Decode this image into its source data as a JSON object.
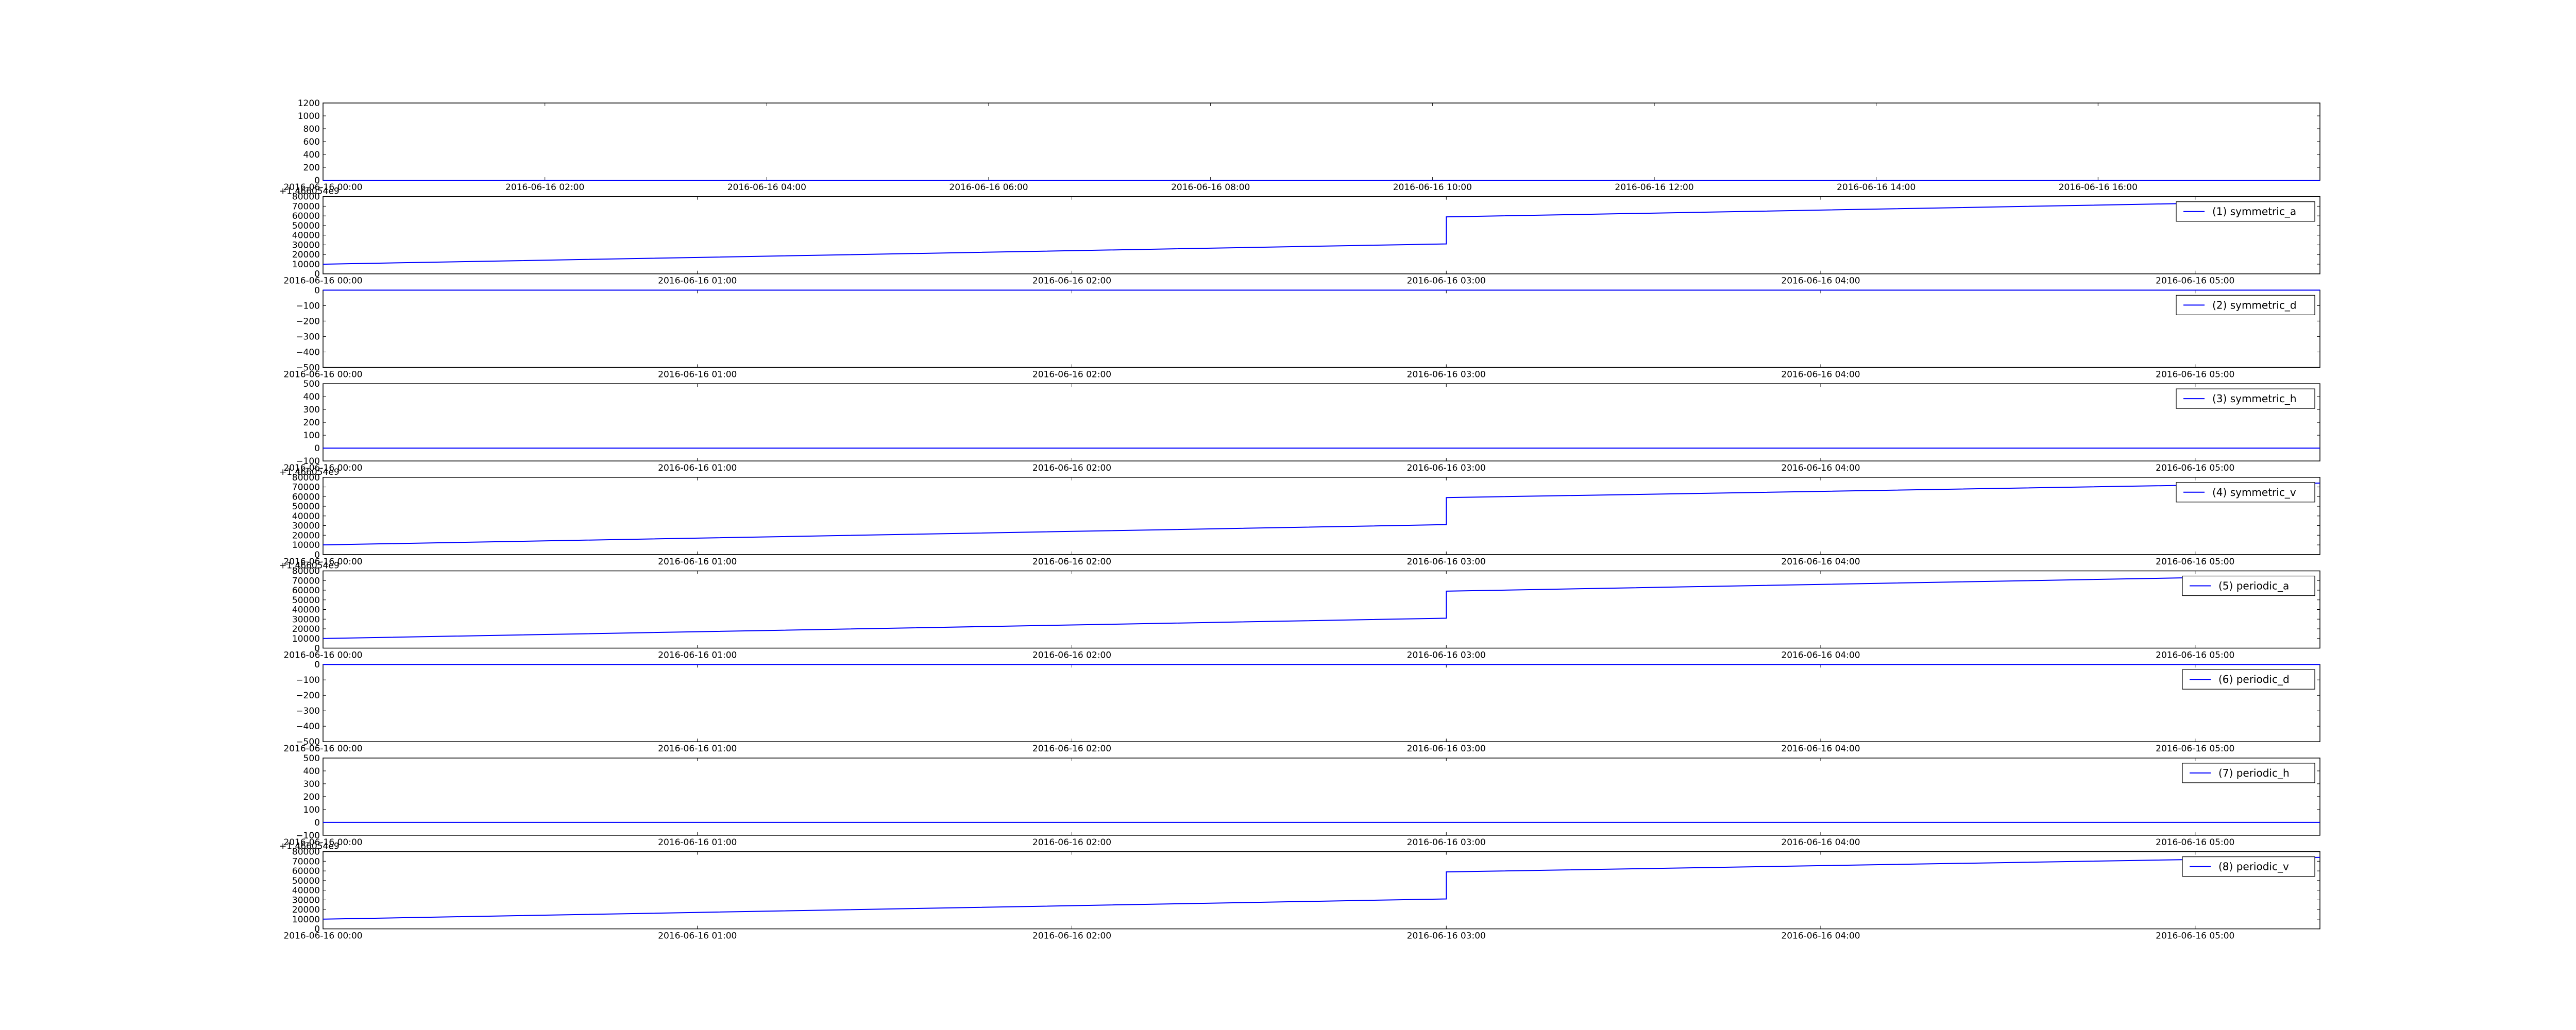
{
  "figure": {
    "background": "#ffffff",
    "line_color": "#0000ff",
    "axis_color": "#000000"
  },
  "chart_data": [
    {
      "type": "line",
      "x_axis": "date",
      "xlim": [
        "2016-06-16 00:00",
        "2016-06-16 18:00"
      ],
      "xticks": [
        "2016-06-16 00:00",
        "2016-06-16 02:00",
        "2016-06-16 04:00",
        "2016-06-16 06:00",
        "2016-06-16 08:00",
        "2016-06-16 10:00",
        "2016-06-16 12:00",
        "2016-06-16 14:00",
        "2016-06-16 16:00"
      ],
      "ylim": [
        0,
        1200
      ],
      "yticks": [
        0,
        200,
        400,
        600,
        800,
        1000,
        1200
      ],
      "offset_label": "",
      "grid": false,
      "series": [
        {
          "x": [
            "2016-06-16 00:00",
            "2016-06-16 18:00"
          ],
          "y": [
            0,
            0
          ]
        }
      ]
    },
    {
      "type": "line",
      "x_axis": "date",
      "xlim": [
        "2016-06-16 00:00",
        "2016-06-16 05:20"
      ],
      "xticks": [
        "2016-06-16 00:00",
        "2016-06-16 01:00",
        "2016-06-16 02:00",
        "2016-06-16 03:00",
        "2016-06-16 04:00",
        "2016-06-16 05:00"
      ],
      "ylim": [
        0,
        80000
      ],
      "yticks": [
        0,
        10000,
        20000,
        30000,
        40000,
        50000,
        60000,
        70000,
        80000
      ],
      "offset_label": "+1.466054e9",
      "legend_position": "upper right",
      "grid": false,
      "series": [
        {
          "name": "(1) symmetric_a",
          "x": [
            "2016-06-16 00:00",
            "2016-06-16 03:00",
            "2016-06-16 03:00",
            "2016-06-16 05:00"
          ],
          "y": [
            10000,
            31000,
            59000,
            73000
          ]
        }
      ]
    },
    {
      "type": "line",
      "x_axis": "date",
      "xlim": [
        "2016-06-16 00:00",
        "2016-06-16 05:20"
      ],
      "xticks": [
        "2016-06-16 00:00",
        "2016-06-16 01:00",
        "2016-06-16 02:00",
        "2016-06-16 03:00",
        "2016-06-16 04:00",
        "2016-06-16 05:00"
      ],
      "ylim": [
        -500,
        0
      ],
      "yticks": [
        -500,
        -400,
        -300,
        -200,
        -100,
        0
      ],
      "offset_label": "",
      "legend_position": "upper right",
      "grid": false,
      "series": [
        {
          "name": "(2) symmetric_d",
          "x": [
            "2016-06-16 00:00",
            "2016-06-16 05:20"
          ],
          "y": [
            0,
            0
          ]
        }
      ]
    },
    {
      "type": "line",
      "x_axis": "date",
      "xlim": [
        "2016-06-16 00:00",
        "2016-06-16 05:20"
      ],
      "xticks": [
        "2016-06-16 00:00",
        "2016-06-16 01:00",
        "2016-06-16 02:00",
        "2016-06-16 03:00",
        "2016-06-16 04:00",
        "2016-06-16 05:00"
      ],
      "ylim": [
        -100,
        500
      ],
      "yticks": [
        -100,
        0,
        100,
        200,
        300,
        400,
        500
      ],
      "offset_label": "",
      "legend_position": "upper right",
      "grid": false,
      "series": [
        {
          "name": "(3) symmetric_h",
          "x": [
            "2016-06-16 00:00",
            "2016-06-16 05:20"
          ],
          "y": [
            0,
            0
          ]
        }
      ]
    },
    {
      "type": "line",
      "x_axis": "date",
      "xlim": [
        "2016-06-16 00:00",
        "2016-06-16 05:20"
      ],
      "xticks": [
        "2016-06-16 00:00",
        "2016-06-16 01:00",
        "2016-06-16 02:00",
        "2016-06-16 03:00",
        "2016-06-16 04:00",
        "2016-06-16 05:00"
      ],
      "ylim": [
        0,
        80000
      ],
      "yticks": [
        0,
        10000,
        20000,
        30000,
        40000,
        50000,
        60000,
        70000,
        80000
      ],
      "offset_label": "+1.466054e9",
      "legend_position": "upper right",
      "grid": false,
      "series": [
        {
          "name": "(4) symmetric_v",
          "x": [
            "2016-06-16 00:00",
            "2016-06-16 03:00",
            "2016-06-16 03:00",
            "2016-06-16 05:20"
          ],
          "y": [
            10000,
            31000,
            59000,
            74000
          ]
        }
      ]
    },
    {
      "type": "line",
      "x_axis": "date",
      "xlim": [
        "2016-06-16 00:00",
        "2016-06-16 05:20"
      ],
      "xticks": [
        "2016-06-16 00:00",
        "2016-06-16 01:00",
        "2016-06-16 02:00",
        "2016-06-16 03:00",
        "2016-06-16 04:00",
        "2016-06-16 05:00"
      ],
      "ylim": [
        0,
        80000
      ],
      "yticks": [
        0,
        10000,
        20000,
        30000,
        40000,
        50000,
        60000,
        70000,
        80000
      ],
      "offset_label": "+1.466054e9",
      "legend_position": "upper right",
      "grid": false,
      "series": [
        {
          "name": "(5) periodic_a",
          "x": [
            "2016-06-16 00:00",
            "2016-06-16 03:00",
            "2016-06-16 03:00",
            "2016-06-16 05:00"
          ],
          "y": [
            10000,
            31000,
            59000,
            73000
          ]
        }
      ]
    },
    {
      "type": "line",
      "x_axis": "date",
      "xlim": [
        "2016-06-16 00:00",
        "2016-06-16 05:20"
      ],
      "xticks": [
        "2016-06-16 00:00",
        "2016-06-16 01:00",
        "2016-06-16 02:00",
        "2016-06-16 03:00",
        "2016-06-16 04:00",
        "2016-06-16 05:00"
      ],
      "ylim": [
        -500,
        0
      ],
      "yticks": [
        -500,
        -400,
        -300,
        -200,
        -100,
        0
      ],
      "offset_label": "",
      "legend_position": "upper right",
      "grid": false,
      "series": [
        {
          "name": "(6) periodic_d",
          "x": [
            "2016-06-16 00:00",
            "2016-06-16 05:20"
          ],
          "y": [
            0,
            0
          ]
        }
      ]
    },
    {
      "type": "line",
      "x_axis": "date",
      "xlim": [
        "2016-06-16 00:00",
        "2016-06-16 05:20"
      ],
      "xticks": [
        "2016-06-16 00:00",
        "2016-06-16 01:00",
        "2016-06-16 02:00",
        "2016-06-16 03:00",
        "2016-06-16 04:00",
        "2016-06-16 05:00"
      ],
      "ylim": [
        -100,
        500
      ],
      "yticks": [
        -100,
        0,
        100,
        200,
        300,
        400,
        500
      ],
      "offset_label": "",
      "legend_position": "upper right",
      "grid": false,
      "series": [
        {
          "name": "(7) periodic_h",
          "x": [
            "2016-06-16 00:00",
            "2016-06-16 05:20"
          ],
          "y": [
            0,
            0
          ]
        }
      ]
    },
    {
      "type": "line",
      "x_axis": "date",
      "xlim": [
        "2016-06-16 00:00",
        "2016-06-16 05:20"
      ],
      "xticks": [
        "2016-06-16 00:00",
        "2016-06-16 01:00",
        "2016-06-16 02:00",
        "2016-06-16 03:00",
        "2016-06-16 04:00",
        "2016-06-16 05:00"
      ],
      "ylim": [
        0,
        80000
      ],
      "yticks": [
        0,
        10000,
        20000,
        30000,
        40000,
        50000,
        60000,
        70000,
        80000
      ],
      "offset_label": "+1.466054e9",
      "legend_position": "upper right",
      "grid": false,
      "series": [
        {
          "name": "(8) periodic_v",
          "x": [
            "2016-06-16 00:00",
            "2016-06-16 03:00",
            "2016-06-16 03:00",
            "2016-06-16 05:20"
          ],
          "y": [
            10000,
            31000,
            59000,
            74000
          ]
        }
      ]
    }
  ]
}
